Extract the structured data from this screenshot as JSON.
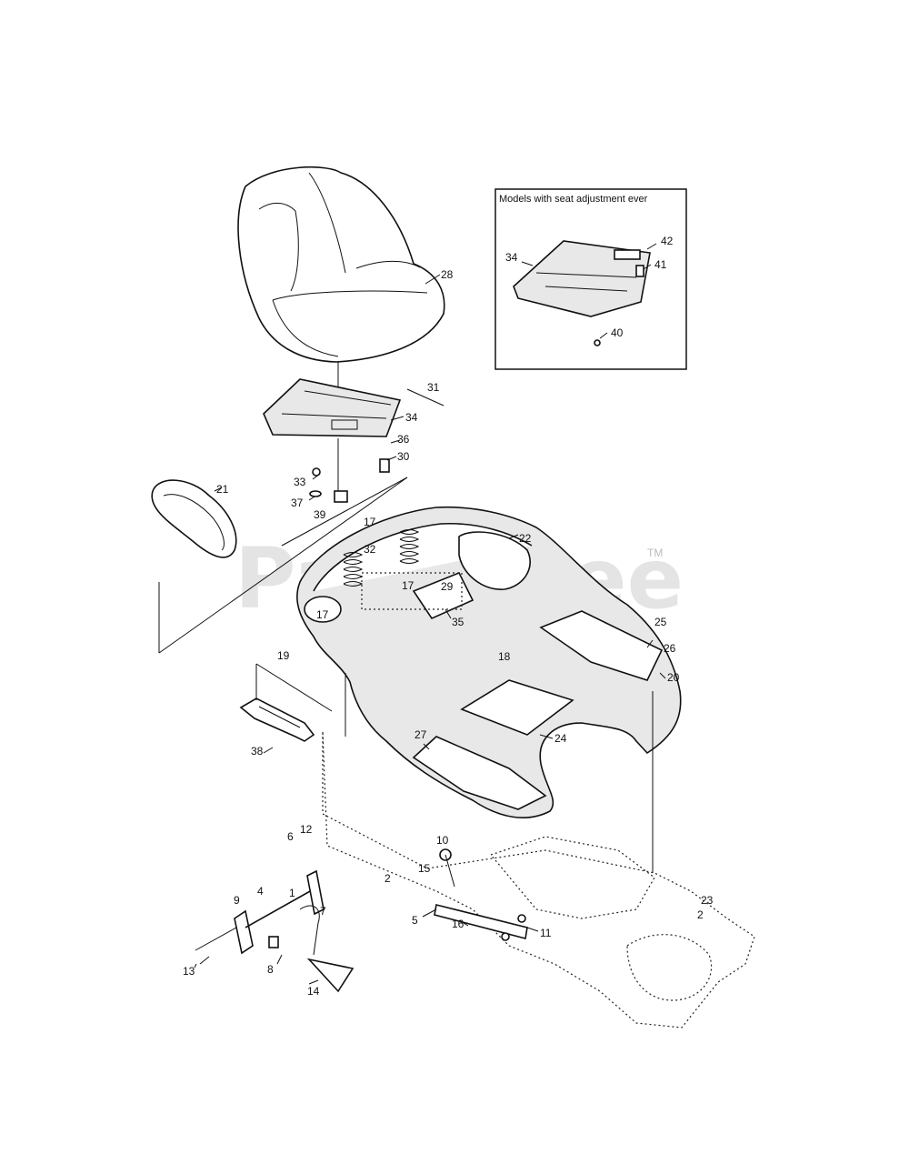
{
  "watermark": {
    "text": "PartsTree",
    "tm": "TM"
  },
  "inset": {
    "title": "Models with seat adjustment  ever"
  },
  "callouts": {
    "c28": "28",
    "c31": "31",
    "c34": "34",
    "c36": "36",
    "c30": "30",
    "c33": "33",
    "c37": "37",
    "c39": "39",
    "c21": "21",
    "c22": "22",
    "c17a": "17",
    "c32": "32",
    "c17b": "17",
    "c29": "29",
    "c35": "35",
    "c17c": "17",
    "c25": "25",
    "c26": "26",
    "c18": "18",
    "c20": "20",
    "c19": "19",
    "c27": "27",
    "c24": "24",
    "c38": "38",
    "c12": "12",
    "c6": "6",
    "c10": "10",
    "c15": "15",
    "c2a": "2",
    "c5": "5",
    "c16": "16",
    "c11": "11",
    "c23": "23",
    "c2b": "2",
    "c9": "9",
    "c4": "4",
    "c1": "1",
    "c7": "7",
    "c13": "13",
    "c8": "8",
    "c14": "14",
    "i34": "34",
    "i42": "42",
    "i41": "41",
    "i40": "40"
  }
}
